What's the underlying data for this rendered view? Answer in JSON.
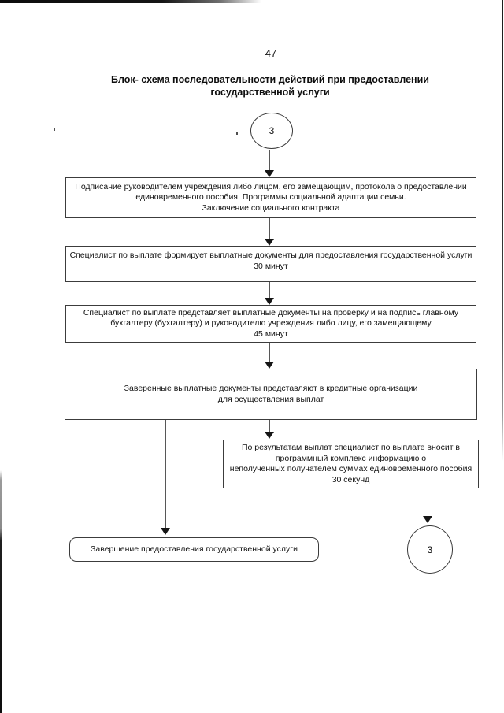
{
  "page": {
    "number": "47"
  },
  "title": {
    "line1": "Блок- схема последовательности действий при предоставлении",
    "line2": "государственной услуги"
  },
  "flowchart": {
    "start_connector_label": "3",
    "end_connector_label": "3",
    "boxes": [
      {
        "name": "signing-protocol",
        "lines": [
          "Подписание руководителем учреждения либо лицом, его замещающим, протокола о предоставлении",
          "единовременного пособия, Программы социальной адаптации семьи.",
          "Заключение социального контракта"
        ]
      },
      {
        "name": "form-payment-documents",
        "lines": [
          "Специалист по выплате формирует выплатные документы для предоставления государственной услуги",
          "30 минут"
        ]
      },
      {
        "name": "submit-for-signature",
        "lines": [
          "Специалист по выплате представляет выплатные документы на проверку и на подпись главному",
          "бухгалтеру  (бухгалтеру) и руководителю учреждения либо лицу, его замещающему",
          "45 минут"
        ]
      },
      {
        "name": "submit-to-credit-organizations",
        "lines": [
          "Заверенные выплатные документы представляют в кредитные организации",
          "для осуществления выплат"
        ]
      },
      {
        "name": "record-unreceived-sums",
        "lines": [
          "По результатам выплат специалист по выплате вносит в",
          "программный комплекс информацию о",
          "неполученных получателем суммах единовременного пособия",
          "30 секунд"
        ]
      },
      {
        "name": "service-completion",
        "lines": [
          "Завершение предоставления государственной услуги"
        ]
      }
    ]
  },
  "colors": {
    "ink": "#1a1a1a",
    "box_border": "#3c3c3c",
    "line": "#575757",
    "background": "#ffffff"
  }
}
